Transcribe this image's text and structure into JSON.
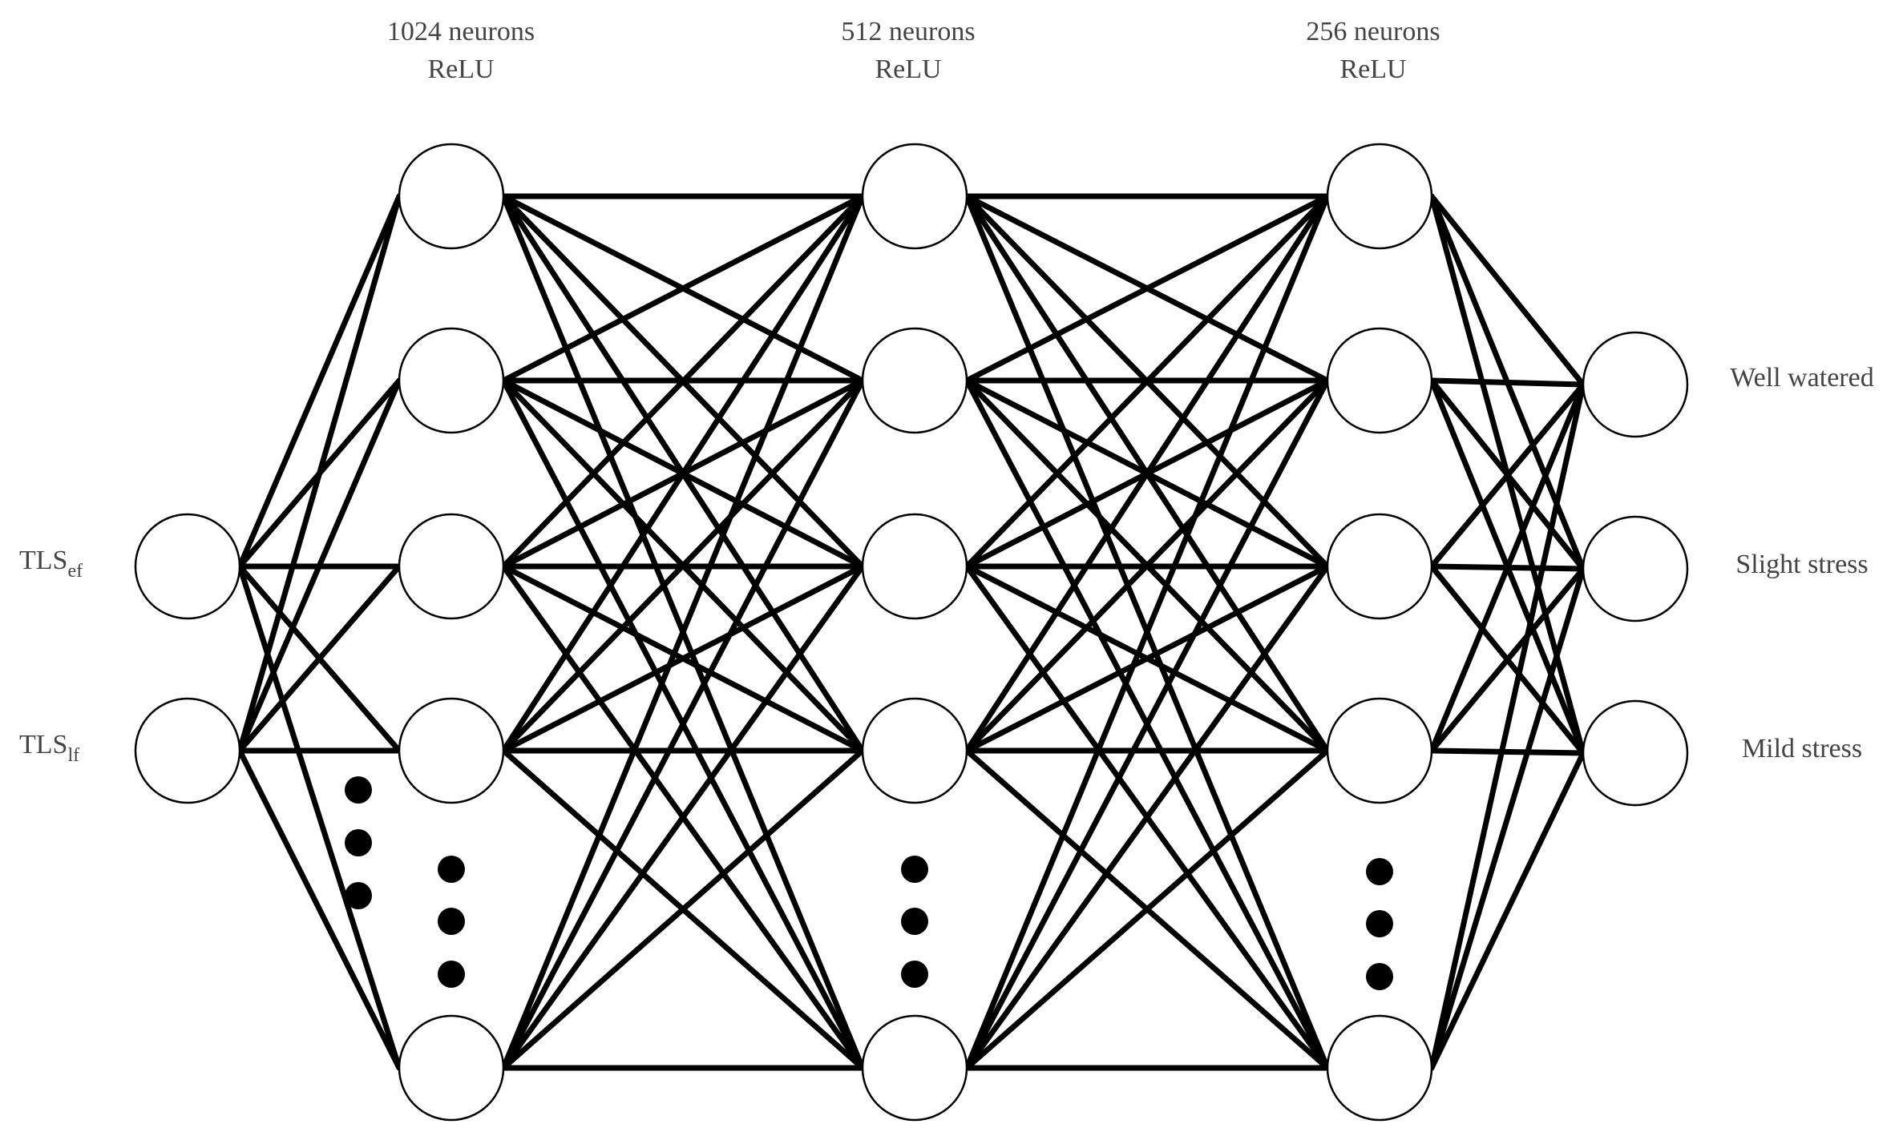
{
  "layers": [
    {
      "id": "input",
      "nodes": 2
    },
    {
      "id": "hidden1",
      "neurons_label": "1024 neurons",
      "activation": "ReLU",
      "visible_nodes": 5
    },
    {
      "id": "hidden2",
      "neurons_label": "512 neurons",
      "activation": "ReLU",
      "visible_nodes": 5
    },
    {
      "id": "hidden3",
      "neurons_label": "256 neurons",
      "activation": "ReLU",
      "visible_nodes": 5
    },
    {
      "id": "output",
      "nodes": 3
    }
  ],
  "inputs": [
    {
      "main": "TLS",
      "sub": "ef"
    },
    {
      "main": "TLS",
      "sub": "lf"
    }
  ],
  "outputs": [
    "Well watered",
    "Slight stress",
    "Mild stress"
  ],
  "colors": {
    "edge": "#000000",
    "node_fill": "#ffffff",
    "text": "#444444"
  }
}
